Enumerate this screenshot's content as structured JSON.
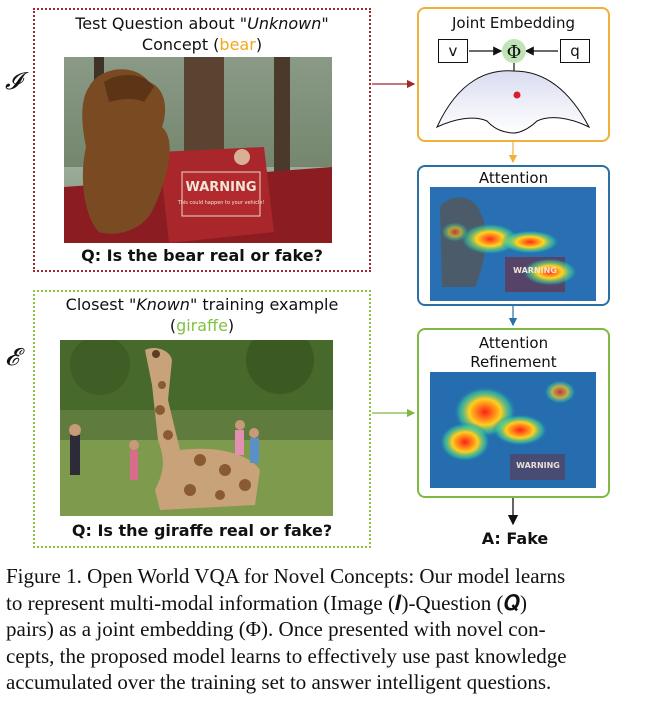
{
  "test_panel": {
    "heading_line1_prefix": "Test Question about ",
    "heading_line1_italic": "\"Unknown\"",
    "heading_line2_prefix": "Concept (",
    "heading_concept": "bear",
    "heading_line2_suffix": ")",
    "symbol": "𝓘",
    "question": "Q: Is the bear real or fake?",
    "photo_text_warning": "WARNING",
    "photo_text_small": "This could happen to your vehicle!"
  },
  "known_panel": {
    "heading_line1_prefix": "Closest \"",
    "heading_line1_italic": "Known",
    "heading_line1_suffix": "\" training example",
    "heading_line2_prefix": "(",
    "heading_concept": "giraffe",
    "heading_line2_suffix": ")",
    "symbol": "𝓔",
    "question": "Q: Is the giraffe real or fake?"
  },
  "joint_embedding": {
    "title": "Joint Embedding",
    "v_label": "v",
    "phi_label": "Φ",
    "q_label": "q"
  },
  "attention": {
    "title": "Attention",
    "photo_text_warning": "WARNING"
  },
  "attention_refinement": {
    "title_line1": "Attention",
    "title_line2": "Refinement",
    "photo_text_warning": "WARNING"
  },
  "answer": "A: Fake",
  "caption": {
    "lines": [
      "Figure 1. Open World VQA for Novel Concepts: Our model learns",
      "to represent multi-modal information (Image (𝑰)-Question (𝑸)",
      "pairs) as a joint embedding (Φ).  Once presented with novel con-",
      "cepts, the proposed model learns to effectively use past knowledge",
      "accumulated over the training set to answer intelligent questions."
    ]
  },
  "colors": {
    "test_border": "#a3262c",
    "known_border": "#8cc63f",
    "joint_border": "#f0b03a",
    "attention_border": "#2b6fa3",
    "refinement_border": "#7fb944",
    "bear_keyword": "#f3a81c",
    "giraffe_keyword": "#80c242"
  }
}
